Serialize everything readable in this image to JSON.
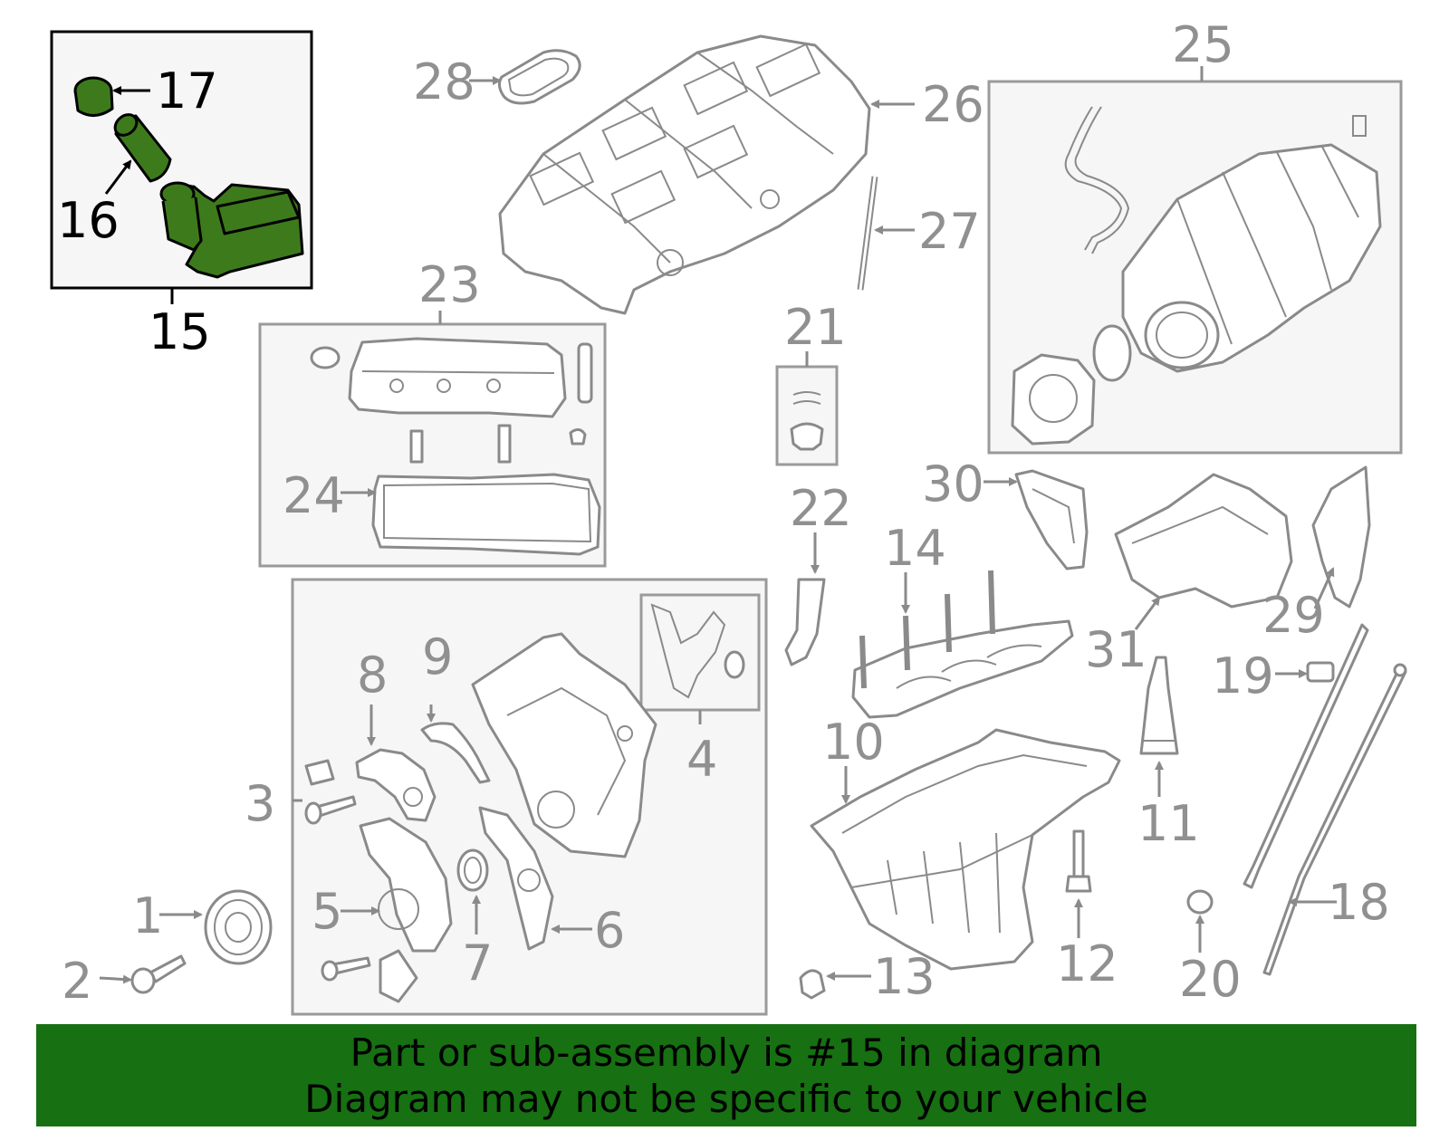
{
  "diagram": {
    "highlighted_part": "15",
    "colors": {
      "highlight": "#3d7a1c",
      "banner": "#177012",
      "line": "#8a8a8a",
      "callout": "#909090"
    },
    "callouts": {
      "c1": "1",
      "c2": "2",
      "c3": "3",
      "c4": "4",
      "c5": "5",
      "c6": "6",
      "c7": "7",
      "c8": "8",
      "c9": "9",
      "c10": "10",
      "c11": "11",
      "c12": "12",
      "c13": "13",
      "c14": "14",
      "c15": "15",
      "c16": "16",
      "c17": "17",
      "c18": "18",
      "c19": "19",
      "c20": "20",
      "c21": "21",
      "c22": "22",
      "c23": "23",
      "c24": "24",
      "c25": "25",
      "c26": "26",
      "c27": "27",
      "c28": "28",
      "c29": "29",
      "c30": "30",
      "c31": "31"
    }
  },
  "banner": {
    "line1": "Part or sub-assembly is #15 in diagram",
    "line2": "Diagram may not be specific to your vehicle"
  }
}
